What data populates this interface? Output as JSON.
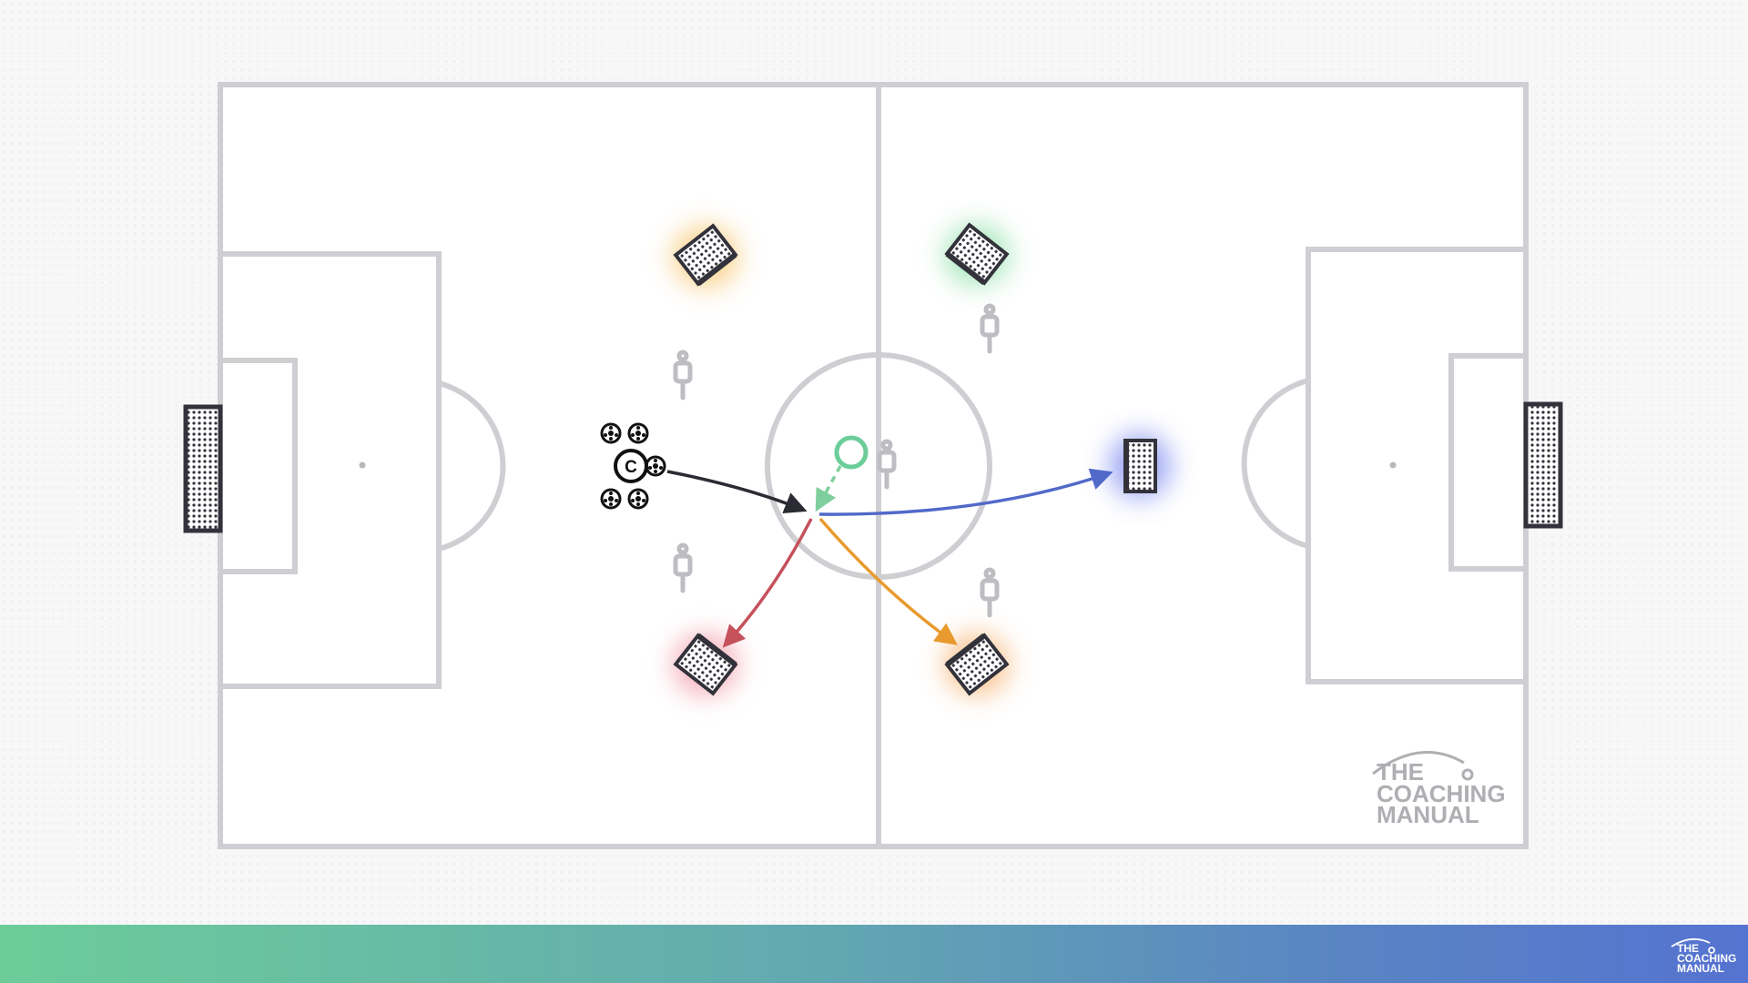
{
  "watermark": {
    "line1": "THE",
    "line2": "COACHING",
    "line3": "MANUAL"
  },
  "footer_logo": {
    "line1": "THE",
    "line2": "COACHING",
    "line3": "MANUAL"
  },
  "colors": {
    "pitch_lines": "#cfcfd3",
    "pass_black": "#2b2b33",
    "pass_blue": "#5169c9",
    "pass_red": "#c5515b",
    "pass_orange": "#e99a2e",
    "run_green": "#7fcf9d",
    "target_green": "#6ccd99",
    "goal_dark": "#33323b",
    "glow_orange": "#f7c56a",
    "glow_green": "#8fe0a8",
    "glow_blue": "#7d8cf0",
    "glow_red": "#f29aa7"
  },
  "elements": {
    "mini_goals": [
      "orange",
      "green",
      "blue",
      "red",
      "orange"
    ],
    "mannequins": 5,
    "coach_label": "C",
    "ball_count": 5
  }
}
